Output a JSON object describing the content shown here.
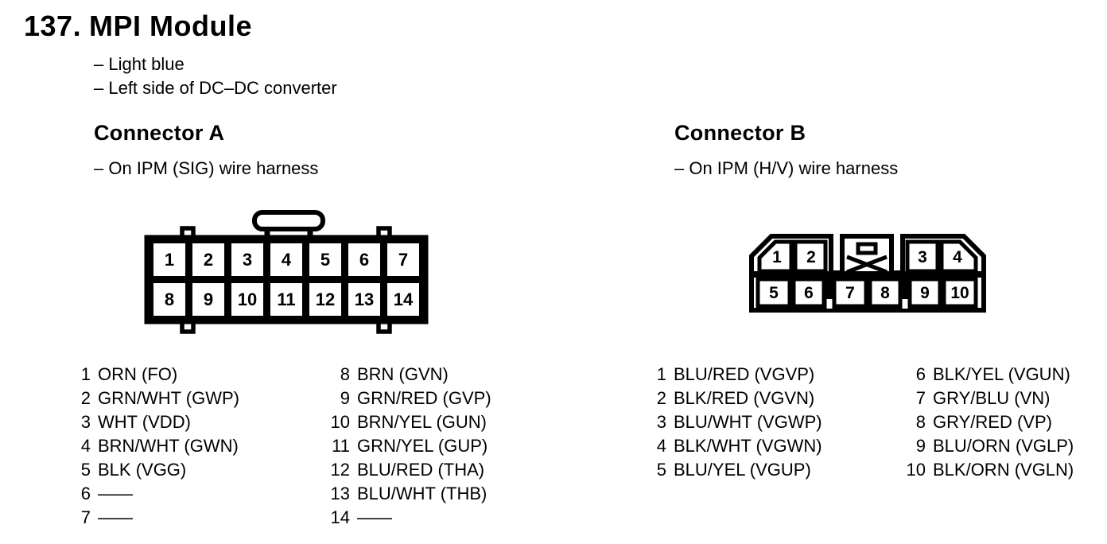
{
  "header": {
    "number": "137.",
    "title": "MPI Module",
    "notes": [
      "– Light blue",
      "– Left side of DC–DC converter"
    ]
  },
  "connector_a": {
    "title": "Connector A",
    "note": "– On IPM (SIG) wire harness",
    "cells": [
      "1",
      "2",
      "3",
      "4",
      "5",
      "6",
      "7",
      "8",
      "9",
      "10",
      "11",
      "12",
      "13",
      "14"
    ],
    "pins_left": [
      {
        "num": "1",
        "label": "ORN (FO)"
      },
      {
        "num": "2",
        "label": "GRN/WHT (GWP)"
      },
      {
        "num": "3",
        "label": "WHT (VDD)"
      },
      {
        "num": "4",
        "label": "BRN/WHT (GWN)"
      },
      {
        "num": "5",
        "label": "BLK (VGG)"
      },
      {
        "num": "6",
        "label": "——"
      },
      {
        "num": "7",
        "label": "——"
      }
    ],
    "pins_right": [
      {
        "num": "8",
        "label": "BRN (GVN)"
      },
      {
        "num": "9",
        "label": "GRN/RED (GVP)"
      },
      {
        "num": "10",
        "label": "BRN/YEL (GUN)"
      },
      {
        "num": "11",
        "label": "GRN/YEL (GUP)"
      },
      {
        "num": "12",
        "label": "BLU/RED (THA)"
      },
      {
        "num": "13",
        "label": "BLU/WHT (THB)"
      },
      {
        "num": "14",
        "label": "——"
      }
    ]
  },
  "connector_b": {
    "title": "Connector B",
    "note": "– On IPM (H/V) wire harness",
    "cells": [
      "1",
      "2",
      "3",
      "4",
      "5",
      "6",
      "7",
      "8",
      "9",
      "10"
    ],
    "pins_left": [
      {
        "num": "1",
        "label": "BLU/RED (VGVP)"
      },
      {
        "num": "2",
        "label": "BLK/RED (VGVN)"
      },
      {
        "num": "3",
        "label": "BLU/WHT (VGWP)"
      },
      {
        "num": "4",
        "label": "BLK/WHT (VGWN)"
      },
      {
        "num": "5",
        "label": "BLU/YEL (VGUP)"
      }
    ],
    "pins_right": [
      {
        "num": "6",
        "label": "BLK/YEL (VGUN)"
      },
      {
        "num": "7",
        "label": "GRY/BLU (VN)"
      },
      {
        "num": "8",
        "label": "GRY/RED (VP)"
      },
      {
        "num": "9",
        "label": "BLU/ORN (VGLP)"
      },
      {
        "num": "10",
        "label": "BLK/ORN (VGLN)"
      }
    ]
  },
  "colors": {
    "foreground": "#000000",
    "background": "#ffffff"
  }
}
